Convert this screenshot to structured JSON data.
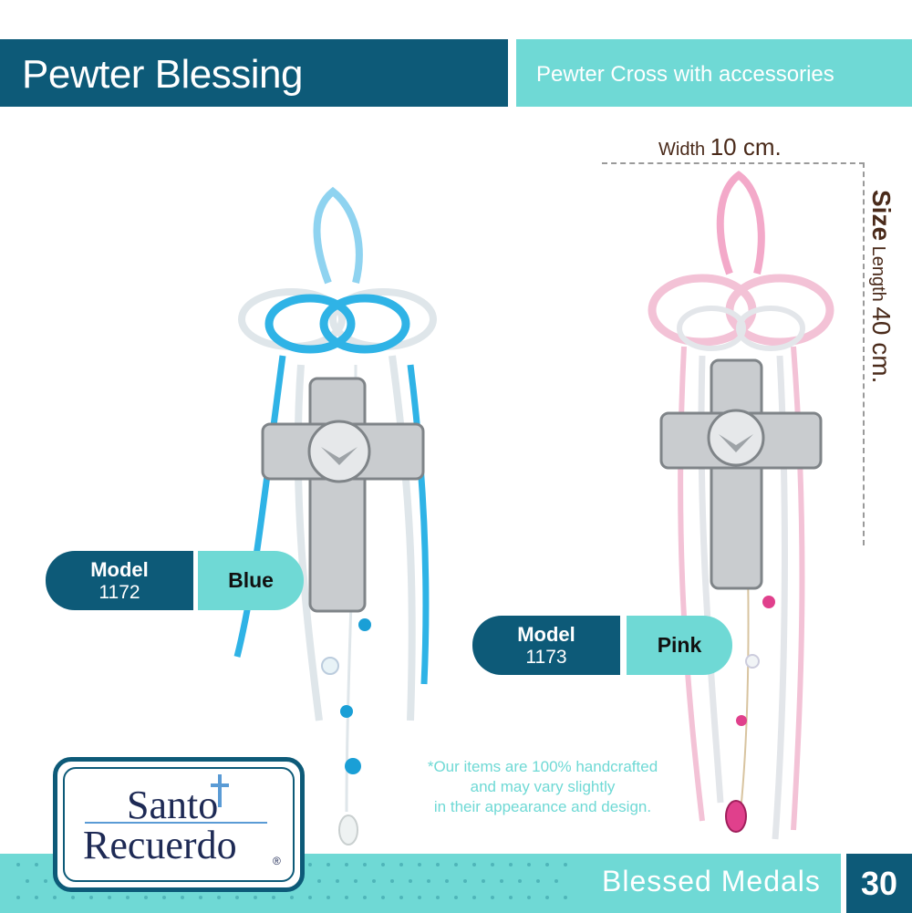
{
  "header": {
    "title": "Pewter Blessing",
    "subtitle": "Pewter Cross with accessories"
  },
  "dimensions": {
    "width_label": "Width",
    "width_value": "10 cm.",
    "size_label": "Size",
    "length_label": "Length",
    "length_value": "40 cm."
  },
  "products": [
    {
      "model_label": "Model",
      "model_number": "1172",
      "color_name": "Blue",
      "ribbon_color": "#2fb3e6"
    },
    {
      "model_label": "Model",
      "model_number": "1173",
      "color_name": "Pink",
      "ribbon_color": "#f3a9c9"
    }
  ],
  "note": {
    "line1": "*Our items are 100% handcrafted",
    "line2": "and may vary slightly",
    "line3": "in their appearance and design."
  },
  "brand": {
    "line1": "Santo",
    "line2": "Recuerdo",
    "registered": "®"
  },
  "footer": {
    "section": "Blessed Medals",
    "page_number": "30"
  },
  "colors": {
    "dark_teal": "#0d5a78",
    "light_teal": "#6fd9d5",
    "brown_text": "#4a2a1a"
  }
}
